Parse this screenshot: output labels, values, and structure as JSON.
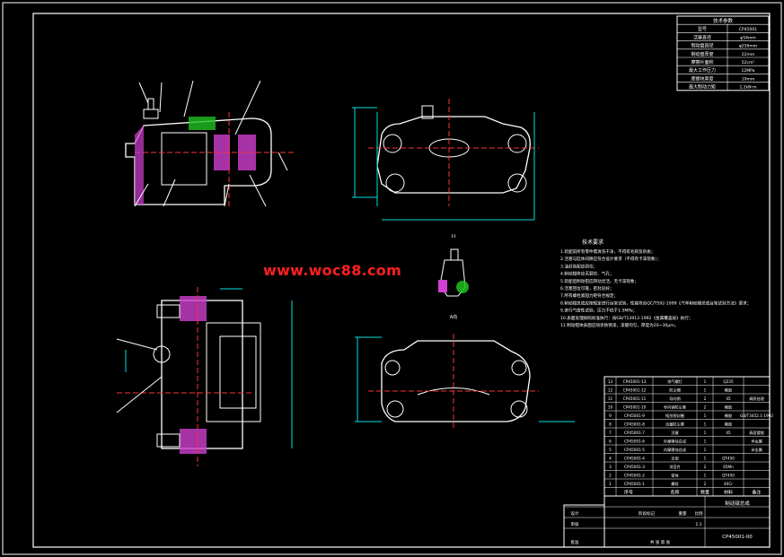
{
  "watermark": "www.woc88.com",
  "notes": {
    "title": "技术要求",
    "lines": [
      "1.装配前所有零件需清洗干净，不得有毛刺及杂质；",
      "2.活塞与缸体间隙应符合设计要求（不得有卡滞现象）；",
      "3.油封装配应到位；",
      "4.制动钳体应无裂纹、气孔；",
      "5.装配后制动钳应转动灵活，无卡滞现象；",
      "6.活塞回位可靠，密封良好；",
      "7.所有螺栓紧固力矩符合规定；",
      "8.制动钳总成应按规定进行台架试验，性能符合QC/T592-1999《汽车制动器总成台架试验方法》要求；",
      "9.进行气密性试验，压力不低于1.5MPa；",
      "10.表面处理按照标准执行：按GB/T13912-1992《金属覆盖层》执行；",
      "11.制动钳体表面应喷涂防锈漆，漆膜均匀，厚度为20~30μm。"
    ]
  },
  "view_labels": {
    "section": "I-I",
    "view": "A向"
  },
  "params": {
    "title": "技术参数",
    "rows": [
      [
        "型号",
        "CP45001"
      ],
      [
        "活塞直径",
        "φ54mm"
      ],
      [
        "制动盘直径",
        "φ256mm"
      ],
      [
        "制动盘厚度",
        "22mm"
      ],
      [
        "摩擦片面积",
        "52cm²"
      ],
      [
        "最大工作压力",
        "12MPa"
      ],
      [
        "摩擦块厚度",
        "10mm"
      ],
      [
        "最大制动力矩",
        "1.2kN·m"
      ]
    ]
  },
  "bom": {
    "header": [
      "序号",
      "名称",
      "数量",
      "材料",
      "备注"
    ],
    "rows": [
      [
        "13",
        "CP45001-13",
        "排气螺钉",
        "1",
        "Q235",
        ""
      ],
      [
        "12",
        "CP45001-12",
        "防尘帽",
        "1",
        "橡胶",
        ""
      ],
      [
        "11",
        "CP45001-11",
        "导向销",
        "2",
        "45",
        "调质处理"
      ],
      [
        "10",
        "CP45001-10",
        "导向销防尘套",
        "2",
        "橡胶",
        ""
      ],
      [
        "9",
        "CP45001-9",
        "矩形密封圈",
        "1",
        "橡胶",
        "GB/T3452.1-1992"
      ],
      [
        "8",
        "CP45001-8",
        "活塞防尘罩",
        "1",
        "橡胶",
        ""
      ],
      [
        "7",
        "CP45001-7",
        "活塞",
        "1",
        "45",
        "表面镀铬"
      ],
      [
        "6",
        "CP45001-6",
        "外摩擦块总成",
        "1",
        "",
        "半金属"
      ],
      [
        "5",
        "CP45001-5",
        "内摩擦块总成",
        "1",
        "",
        "半金属"
      ],
      [
        "4",
        "CP45001-4",
        "支架",
        "1",
        "QT450",
        ""
      ],
      [
        "3",
        "CP45001-3",
        "消音片",
        "2",
        "65Mn",
        ""
      ],
      [
        "2",
        "CP45001-2",
        "钳体",
        "1",
        "QT450",
        ""
      ],
      [
        "1",
        "CP45001-1",
        "螺栓",
        "2",
        "40Cr",
        ""
      ]
    ]
  },
  "title_block": {
    "drawing_name": "制动钳总成",
    "drawing_no": "CP45001-00",
    "designer": "设计",
    "checker": "审核",
    "approver": "批准",
    "scale_label": "比例",
    "weight_label": "重量",
    "sheet_label": "共 张 第 张",
    "stage_label": "阶段标记",
    "scale": "1:1"
  },
  "colors": {
    "line": "#ffffff",
    "center": "#ff3030",
    "dim": "#00e0e0",
    "hatch": "#d040d0",
    "leader": "#4040ff",
    "green": "#20c020",
    "yellow": "#e0e000",
    "watermark": "#ff2020"
  }
}
